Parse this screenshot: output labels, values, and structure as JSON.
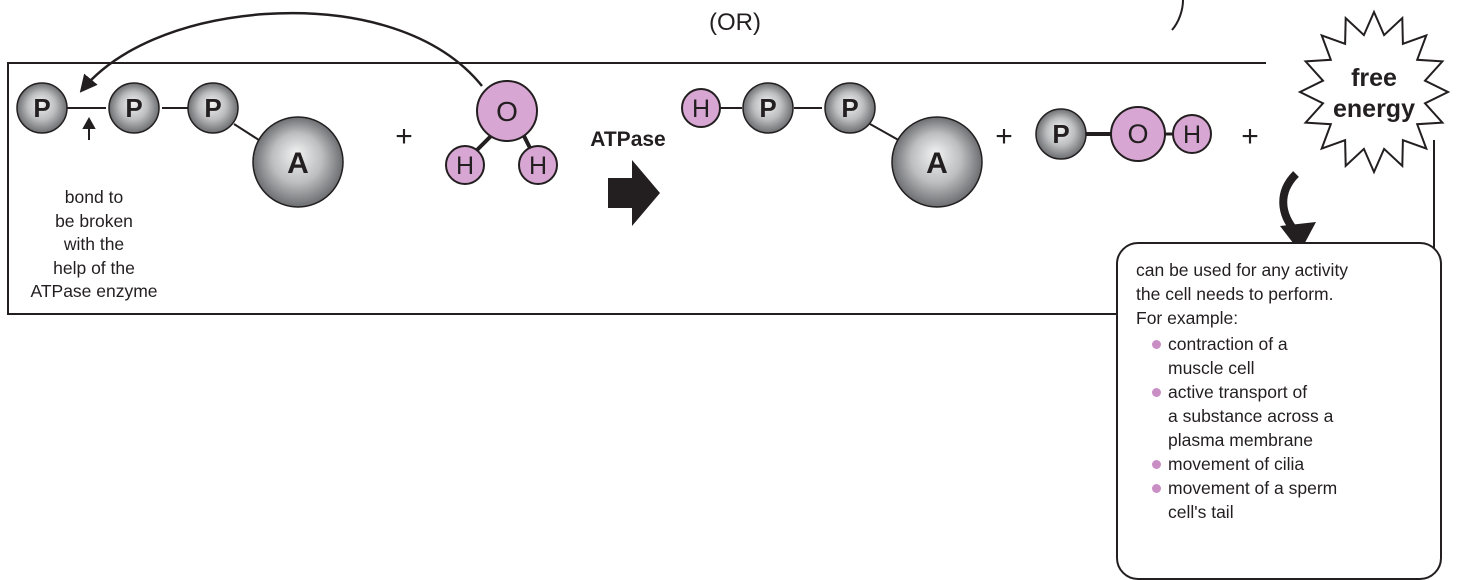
{
  "header_note": "(OR)",
  "reactants": {
    "phosphate_labels": [
      "P",
      "P",
      "P"
    ],
    "adenosine_label": "A",
    "plus": "+",
    "water": {
      "oxygen": "O",
      "hydrogen_1": "H",
      "hydrogen_2": "H"
    }
  },
  "enzyme_label": "ATPase",
  "bond_note_lines": [
    "bond to",
    "be broken",
    "with the",
    "help of the",
    "ATPase enzyme"
  ],
  "products": {
    "hydrogen": "H",
    "phosphate_labels": [
      "P",
      "P"
    ],
    "adenosine_label": "A",
    "plus_1": "+",
    "free_phosphate": {
      "phosphorus": "P",
      "oxygen": "O",
      "hydrogen": "H"
    },
    "plus_2": "+"
  },
  "free_energy_lines": [
    "free",
    "energy"
  ],
  "callout": {
    "intro_lines": [
      "can be used for any activity",
      "the cell needs to perform.",
      "For example:"
    ],
    "examples": [
      [
        "contraction of a",
        "muscle cell"
      ],
      [
        "active transport of",
        "a substance across a",
        "plasma membrane"
      ],
      [
        "movement of cilia"
      ],
      [
        "movement of a sperm",
        "cell's tail"
      ]
    ]
  },
  "colors": {
    "outline": "#231f20",
    "sphere_gray_light": "#f2f2f2",
    "sphere_gray_dark": "#6d6e71",
    "water_pink": "#d8a6d3",
    "bullet_pink": "#c98fc5"
  }
}
